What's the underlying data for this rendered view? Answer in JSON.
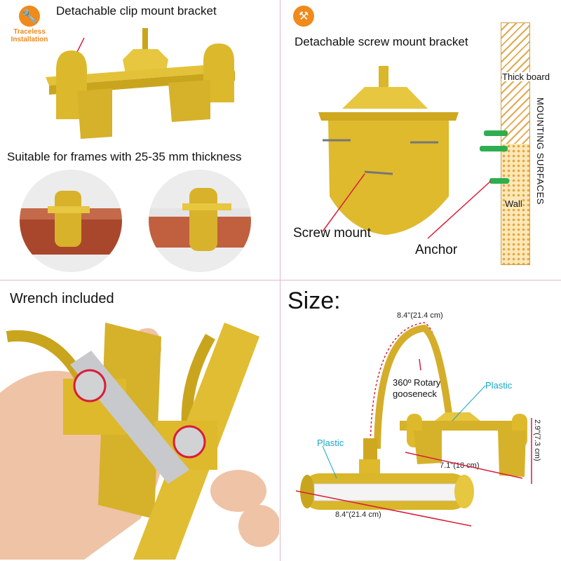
{
  "panel_top_left": {
    "badge_label": "Traceless Installation",
    "title": "Detachable clip mount bracket",
    "subtitle": "Suitable for frames with 25-35 mm thickness"
  },
  "panel_top_right": {
    "title": "Detachable screw mount bracket",
    "screw_label": "Screw mount",
    "anchor_label": "Anchor",
    "thick_board_label": "Thick board",
    "wall_label": "Wall",
    "mounting_label": "MOUNTING SURFACES"
  },
  "panel_bottom_left": {
    "title": "Wrench included"
  },
  "panel_bottom_right": {
    "title": "Size:",
    "gooseneck_length": "8.4\"(21.4 cm)",
    "rotary_label": "360º Rotary gooseneck",
    "plastic_label_1": "Plastic",
    "plastic_label_2": "Plastic",
    "bracket_width": "7.1\"(18 cm)",
    "bracket_height": "2.9\"(7.3 cm)",
    "lamp_length": "8.4\"(21.4 cm)"
  },
  "colors": {
    "gold": "#d9b62a",
    "gold_dark": "#b8931a",
    "accent_orange": "#f08a1c",
    "anchor_green": "#2eae4f",
    "line_red": "#d81e3a",
    "label_cyan": "#1aa6c8"
  }
}
